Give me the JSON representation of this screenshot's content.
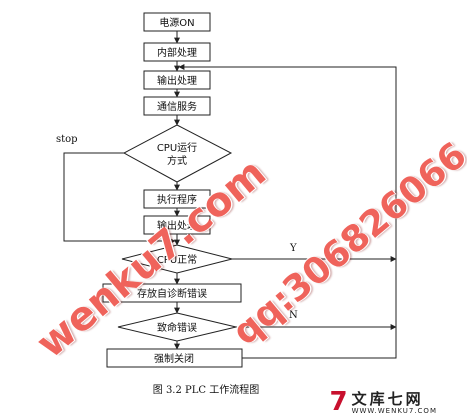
{
  "nodes": {
    "power_on": "电源ON",
    "internal_process": "内部处理",
    "output_process_top": "输出处理",
    "comm_service": "通信服务",
    "cpu_mode_line1": "CPU运行",
    "cpu_mode_line2": "方式",
    "exec_program": "执行程序",
    "output_process": "输出处理",
    "cpu_normal": "CPU正常",
    "store_diag_error": "存放自诊断错误",
    "fatal_error": "致命错误",
    "force_close": "强制关闭"
  },
  "edges": {
    "stop": "stop",
    "yes": "Y",
    "no": "N"
  },
  "caption": "图 3.2 PLC 工作流程图",
  "watermarks": {
    "site": "wenku7.com",
    "qq": "qq:306826066"
  },
  "logo": {
    "mark": "7",
    "name": "文库七网",
    "url": "WWW.WENKU7.COM"
  }
}
